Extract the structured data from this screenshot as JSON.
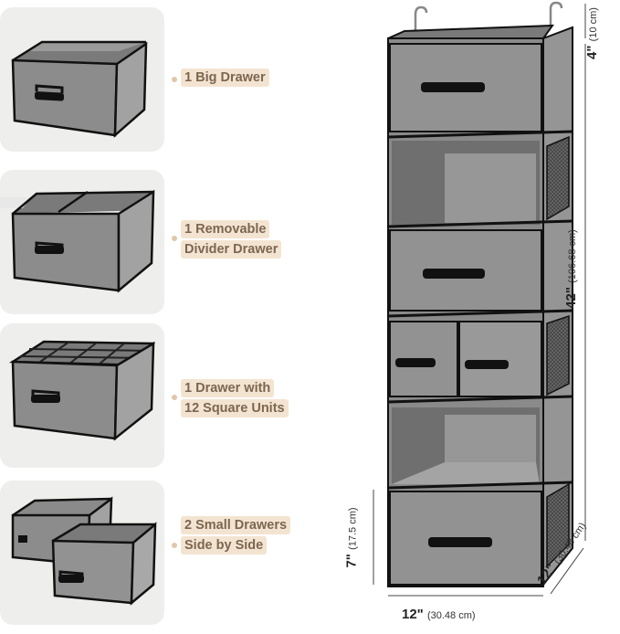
{
  "features": [
    {
      "line1": "1 Big Drawer",
      "line2": ""
    },
    {
      "line1": "1 Removable",
      "line2": "Divider Drawer"
    },
    {
      "line1": "1 Drawer with",
      "line2": "12 Square Units"
    },
    {
      "line1": "2 Small Drawers",
      "line2": "Side by Side"
    }
  ],
  "dimensions": {
    "top": {
      "inch": "4\"",
      "cm": "(10 cm)"
    },
    "height": {
      "inch": "42\"",
      "cm": "(106.68 cm)"
    },
    "drawer": {
      "inch": "7\"",
      "cm": "(17.5 cm)"
    },
    "width": {
      "inch": "12\"",
      "cm": "(30.48 cm)"
    },
    "depth": {
      "inch": "12\"",
      "cm": "(30.48 cm)"
    }
  },
  "colors": {
    "panel_bg": "#eeeeec",
    "label_bg": "#f3e4d1",
    "label_text": "#7d6650",
    "fabric": "#8f8f8f",
    "trim": "#111111"
  },
  "icons": [
    "big-drawer-icon",
    "divider-drawer-icon",
    "grid-drawer-icon",
    "two-small-drawers-icon",
    "hook-icon",
    "handle-icon",
    "mesh-pocket-icon"
  ]
}
